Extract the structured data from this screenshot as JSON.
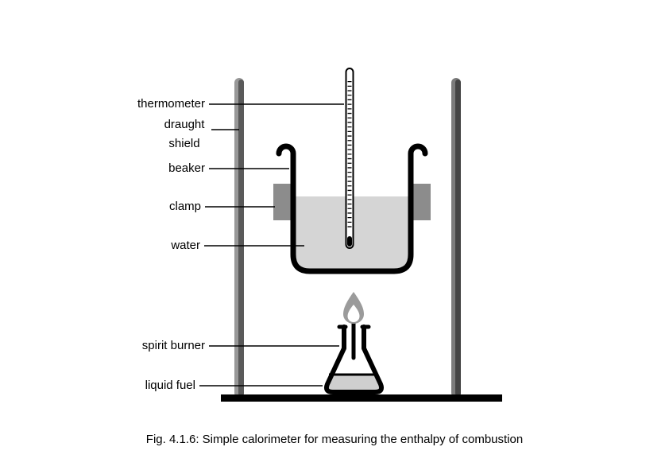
{
  "diagram": {
    "labels": [
      {
        "id": "thermometer",
        "text": "thermometer"
      },
      {
        "id": "draught-shield",
        "text": "draught shield"
      },
      {
        "id": "beaker",
        "text": "beaker"
      },
      {
        "id": "clamp",
        "text": "clamp"
      },
      {
        "id": "water",
        "text": "water"
      },
      {
        "id": "spirit-burner",
        "text": "spirit burner"
      },
      {
        "id": "liquid-fuel",
        "text": "liquid fuel"
      }
    ],
    "caption": "Fig. 4.1.6: Simple calorimeter for measuring the enthalpy of combustion",
    "colors": {
      "rod_left": "#989898",
      "rod_left_core": "#5a5a5a",
      "rod_right": "#7c7c7c",
      "rod_right_core": "#454545",
      "clamp": "#8c8c8c",
      "water": "#d5d5d5",
      "fuel": "#cfcfcf",
      "flame_outer": "#9b9b9b",
      "flame_inner": "#ffffff",
      "ink": "#000000"
    }
  }
}
